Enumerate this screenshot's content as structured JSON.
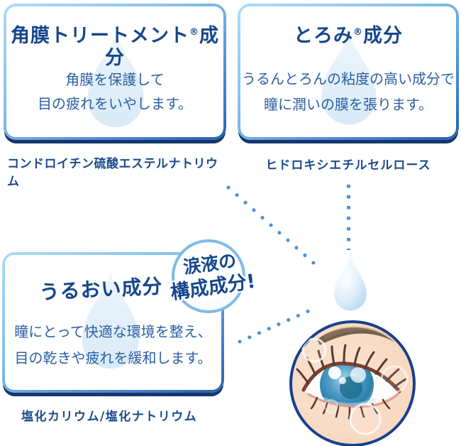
{
  "page": {
    "background": "#ffffff"
  },
  "colors": {
    "heading_text": "#16468c",
    "body_text": "#2b5fa3",
    "ingredient_text": "#1c4a8c",
    "dot_blue": "#4a90d9",
    "card_border_light": "#abdcf8",
    "card_border_dark": "#2a62a8",
    "card_shadow": "#15366e",
    "badge_border": "#7fbbe8",
    "drop_fill": "#cde4f4",
    "eye_ring": "#16418c"
  },
  "cards": [
    {
      "id": "corneal-treatment",
      "title_main": "角膜トリートメント",
      "title_reg": "®",
      "title_tail": "成分",
      "body_line1": "角膜を保護して",
      "body_line2": "目の疲れをいやします。",
      "ingredient": "コンドロイチン硫酸エステルナトリウム"
    },
    {
      "id": "toromi",
      "title_main": "とろみ",
      "title_reg": "®",
      "title_tail": "成分",
      "body_line1": "うるんとろんの粘度の高い成分で",
      "body_line2": "瞳に潤いの膜を張ります。",
      "ingredient": "ヒドロキシエチルセルロース"
    },
    {
      "id": "moisture",
      "title_main": "うるおい成分",
      "title_reg": "",
      "title_tail": "",
      "body_line1": "瞳にとって快適な環境を整え、",
      "body_line2": "目の乾きや疲れを緩和します。",
      "ingredient": "塩化カリウム/塩化ナトリウム"
    }
  ],
  "badge": {
    "line1": "涙液の",
    "line2": "構成成分!"
  },
  "icons": {
    "tear_drop": "tear-drop",
    "eye": "eye-illustration"
  }
}
